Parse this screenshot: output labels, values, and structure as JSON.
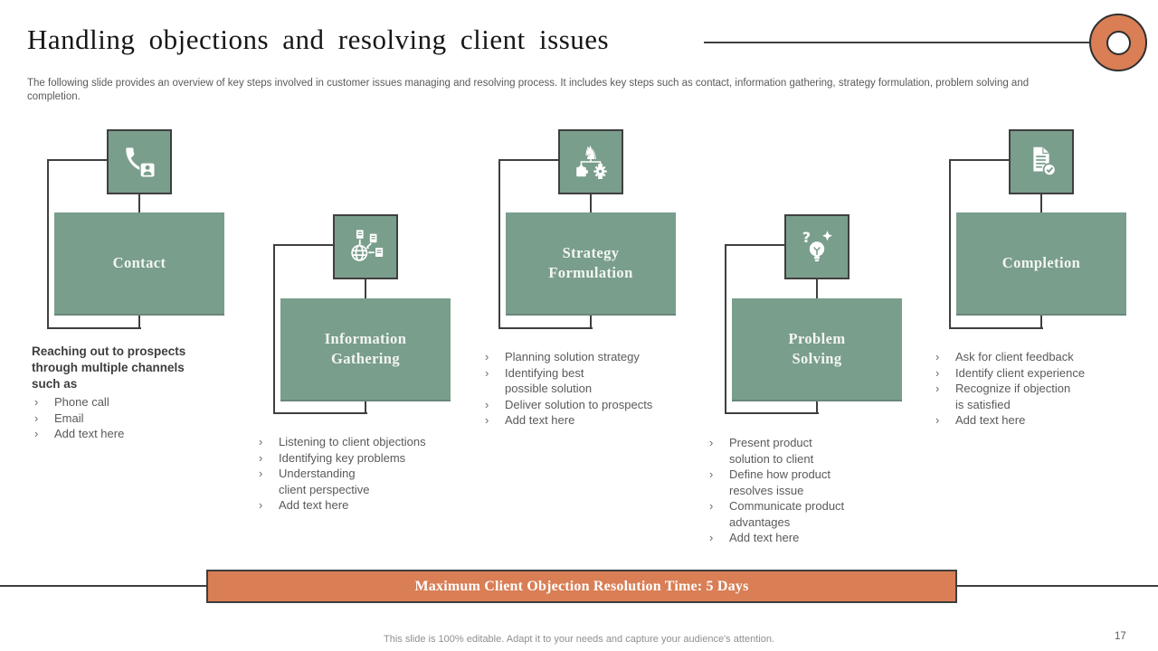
{
  "slide": {
    "title": "Handling objections and resolving client issues",
    "subtitle": "The following slide provides an overview of key steps involved in customer issues managing and resolving process. It includes key steps such as contact, information gathering, strategy formulation, problem solving and completion.",
    "banner": "Maximum Client Objection Resolution Time: 5 Days",
    "footer_note": "This slide is 100% editable. Adapt it to your needs and capture your audience's attention.",
    "page_number": "17"
  },
  "bullet_marker": "›",
  "colors": {
    "box_green": "#7a9e8c",
    "accent_orange": "#d97e55",
    "line_dark": "#3f3f3f",
    "body_text": "#5a5a5a"
  },
  "steps": [
    {
      "title": "Contact",
      "icon": "phone-contact-icon",
      "intro": "Reaching out to prospects\nthrough multiple channels\nsuch as",
      "bullets": [
        "Phone call",
        "Email",
        "Add text here"
      ]
    },
    {
      "title": "Information\nGathering",
      "icon": "globe-documents-icon",
      "bullets": [
        "Listening to  client objections",
        "Identifying  key problems",
        "Understanding\nclient perspective",
        "Add text here"
      ]
    },
    {
      "title": "Strategy\nFormulation",
      "icon": "chess-knight-strategy-icon",
      "bullets": [
        "Planning solution strategy",
        "Identifying  best\npossible solution",
        "Deliver solution to prospects",
        "Add text here"
      ]
    },
    {
      "title": "Problem\nSolving",
      "icon": "bulb-question-icon",
      "bullets": [
        "Present product\nsolution to client",
        "Define how product\nresolves issue",
        "Communicate product\nadvantages",
        "Add text here"
      ]
    },
    {
      "title": "Completion",
      "icon": "document-check-icon",
      "bullets": [
        "Ask for client feedback",
        "Identify  client experience",
        "Recognize if objection\nis satisfied",
        "Add text here"
      ]
    }
  ]
}
